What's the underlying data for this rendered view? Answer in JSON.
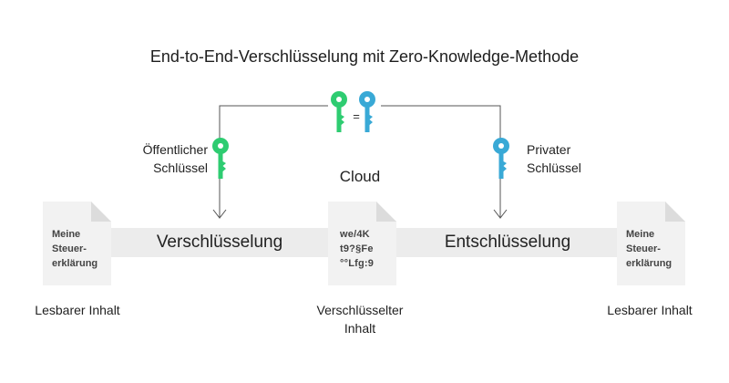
{
  "title": "End-to-End-Verschlüsselung mit Zero-Knowledge-Methode",
  "colors": {
    "public_key": "#2ecc71",
    "private_key": "#39a9d6",
    "band": "#ececec",
    "document": "#f2f2f2"
  },
  "keys": {
    "public_label": "Öffentlicher\nSchlüssel",
    "private_label": "Privater\nSchlüssel",
    "equals_symbol": "="
  },
  "cloud_label": "Cloud",
  "steps": {
    "encrypt": "Verschlüsselung",
    "decrypt": "Entschlüsselung"
  },
  "documents": {
    "left": "Meine\nSteuer-\nerklärung",
    "middle": "we/4K\nt9?§Fe\n°°Lfg:9",
    "right": "Meine\nSteuer-\nerklärung"
  },
  "captions": {
    "left": "Lesbarer Inhalt",
    "middle": "Verschlüsselter\nInhalt",
    "right": "Lesbarer Inhalt"
  }
}
